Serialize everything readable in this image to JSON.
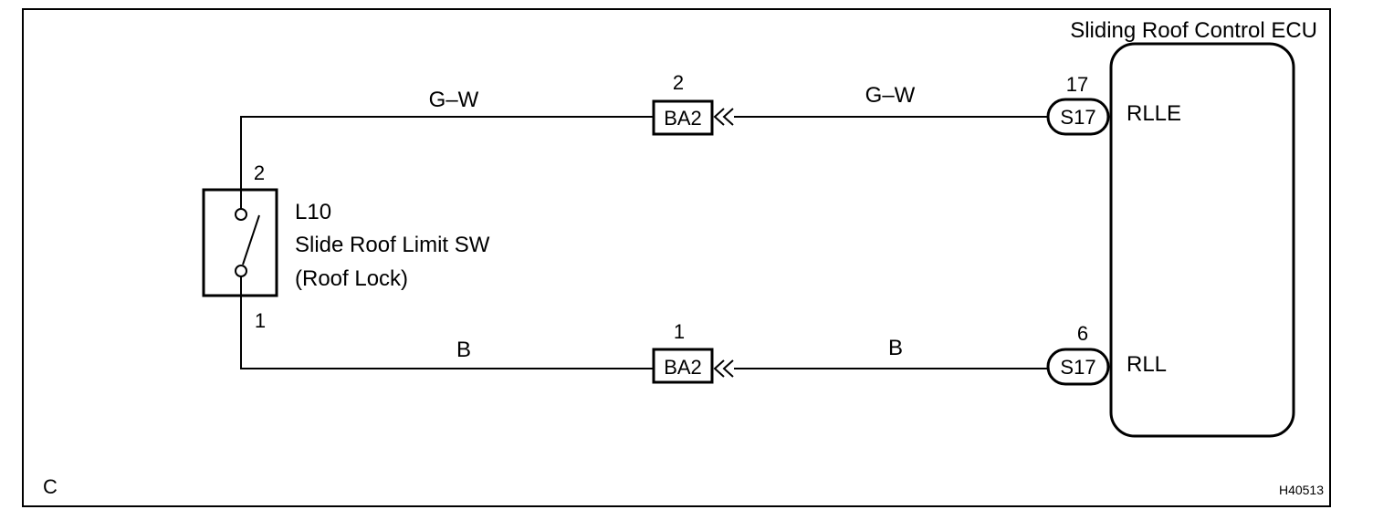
{
  "corner_label": "C",
  "figure_code": "H40513",
  "ecu": {
    "title": "Sliding Roof Control ECU",
    "terminals": [
      {
        "connector": "S17",
        "pin": "17",
        "name": "RLLE"
      },
      {
        "connector": "S17",
        "pin": "6",
        "name": "RLL"
      }
    ]
  },
  "switch": {
    "code": "L10",
    "name": "Slide Roof Limit SW",
    "subname": "(Roof Lock)",
    "pin_top": "2",
    "pin_bottom": "1"
  },
  "junctions": [
    {
      "connector": "BA2",
      "pin": "2"
    },
    {
      "connector": "BA2",
      "pin": "1"
    }
  ],
  "wires": [
    {
      "color_left": "G–W",
      "color_right": "G–W"
    },
    {
      "color_left": "B",
      "color_right": "B"
    }
  ]
}
